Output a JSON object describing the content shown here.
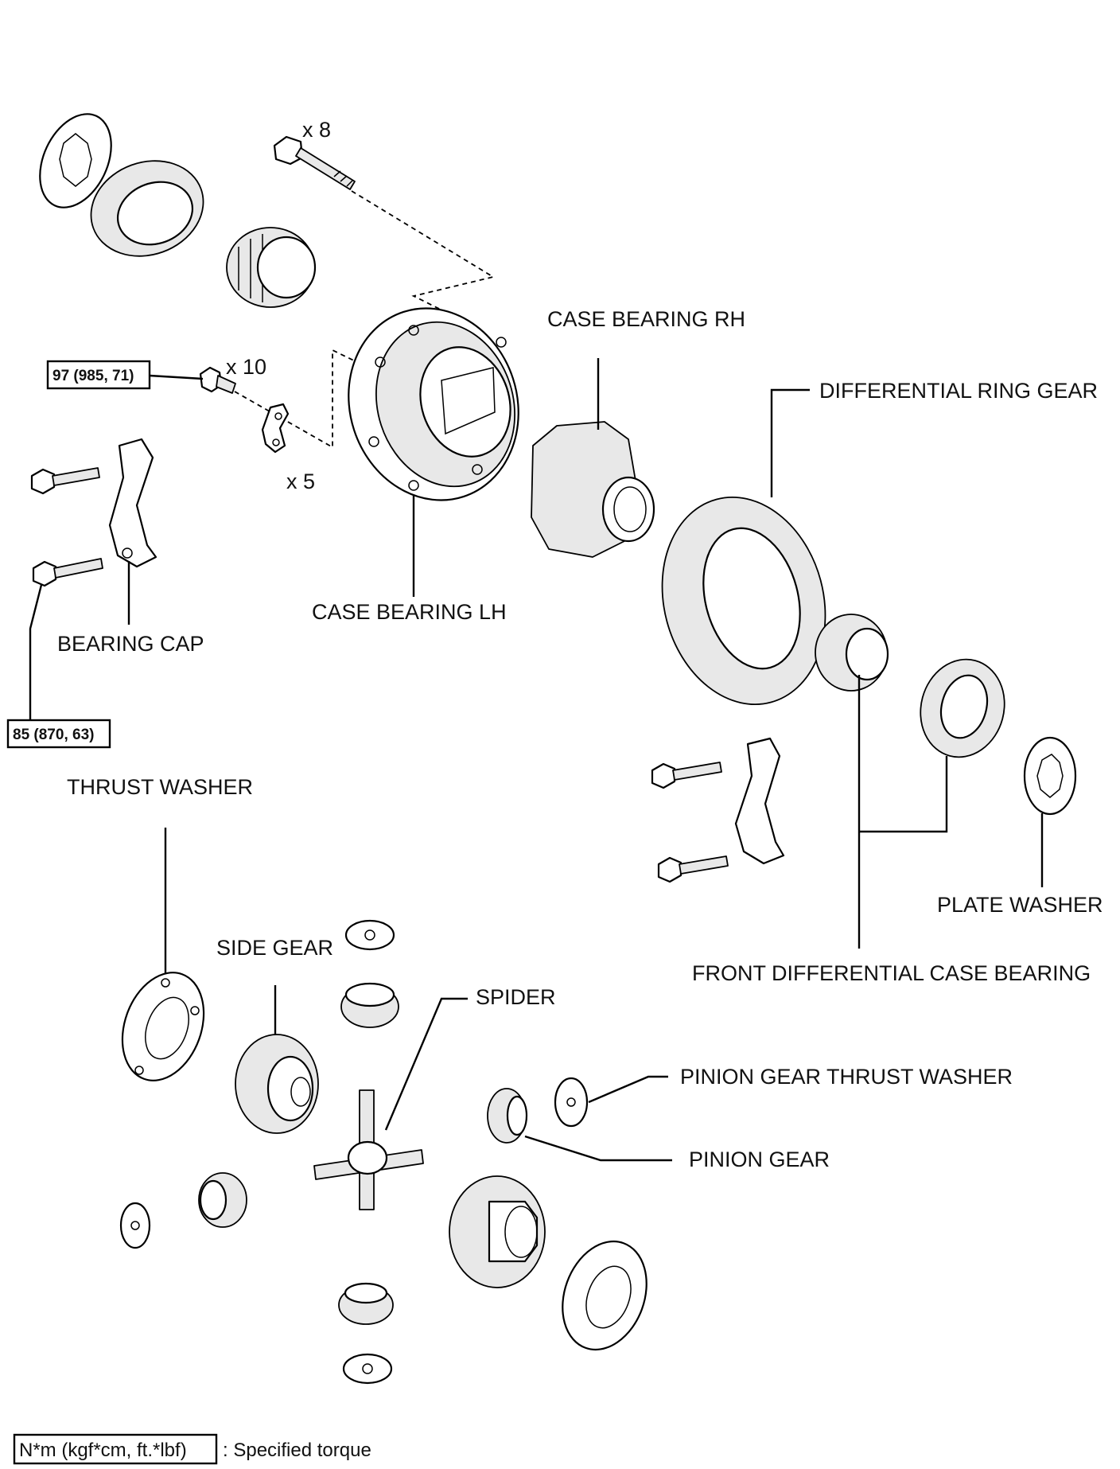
{
  "labels": {
    "case_bearing_rh": "CASE BEARING RH",
    "differential_ring_gear": "DIFFERENTIAL RING GEAR",
    "case_bearing_lh": "CASE BEARING LH",
    "bearing_cap": "BEARING CAP",
    "thrust_washer": "THRUST WASHER",
    "plate_washer": "PLATE WASHER",
    "front_differential_case_bearing": "FRONT DIFFERENTIAL CASE BEARING",
    "side_gear": "SIDE GEAR",
    "spider": "SPIDER",
    "pinion_gear_thrust_washer": "PINION GEAR THRUST WASHER",
    "pinion_gear": "PINION GEAR"
  },
  "quantities": {
    "bolt_x8": "x 8",
    "bolt_x10": "x 10",
    "lock_plate_x5": "x 5"
  },
  "torques": {
    "ring_gear_bolt": "97 (985, 71)",
    "bearing_cap_bolt": "85 (870, 63)"
  },
  "legend": {
    "unit_box": "N*m (kgf*cm, ft.*lbf)",
    "description": ": Specified torque"
  }
}
